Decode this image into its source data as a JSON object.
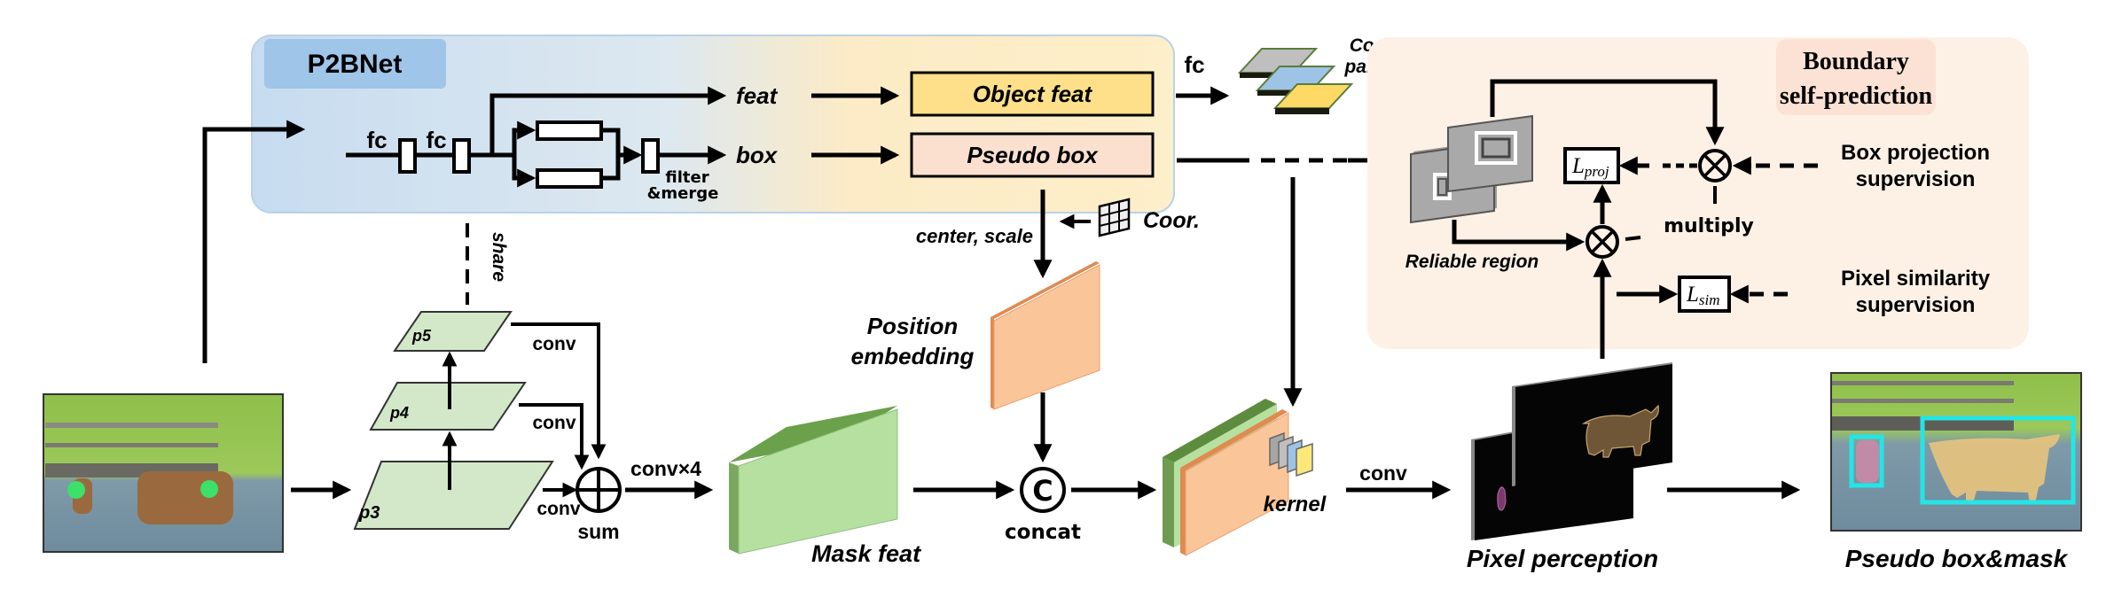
{
  "p2bnet": {
    "title": "P2BNet",
    "fc1": "fc",
    "fc2": "fc",
    "filter_merge_line1": "filter",
    "filter_merge_line2": "&merge",
    "feat": "feat",
    "box": "box",
    "object_feat": "Object feat",
    "pseudo_box": "Pseudo box"
  },
  "conv_param": {
    "fc": "fc",
    "line1": "Conv",
    "line2": "param",
    "colors": [
      "#bfbfbf",
      "#9dc3e6",
      "#ffd966"
    ]
  },
  "fpn": {
    "share": "share",
    "levels": [
      "p5",
      "p4",
      "p3"
    ],
    "conv_labels": [
      "conv",
      "conv",
      "conv"
    ],
    "sum": "sum",
    "conv_x4": "conv×4"
  },
  "position": {
    "center_scale": "center, scale",
    "coor": "Coor.",
    "embedding_line1": "Position",
    "embedding_line2": "embedding"
  },
  "mask_feat": "Mask feat",
  "concat": {
    "symbol": "C",
    "label": "concat"
  },
  "kernel": "kernel",
  "conv": "conv",
  "pixel_perception": "Pixel perception",
  "output": "Pseudo box&mask",
  "boundary": {
    "title_line1": "Boundary",
    "title_line2": "self-prediction",
    "reliable_region": "Reliable region",
    "multiply": "multiply",
    "l_proj_main": "L",
    "l_proj_sub": "proj",
    "l_sim_main": "L",
    "l_sim_sub": "sim",
    "box_proj_line1": "Box projection",
    "box_proj_line2": "supervision",
    "pixel_sim_line1": "Pixel similarity",
    "pixel_sim_line2": "supervision"
  },
  "colors": {
    "p2bnet_blue": "#cfe2f3",
    "p2bnet_yellow": "#fdefc8",
    "p2bnet_title_bg": "#9fc5e8",
    "object_feat": "#ffe08a",
    "pseudo_box": "#fbe0d0",
    "boundary_bg": "#fdf1e6",
    "boundary_title_bg": "#fbe2d4",
    "fpn_green": "#d3e8c8",
    "mask_green": "#b6e0a0",
    "mask_dark": "#6aa14a",
    "pos_orange": "#fbc59a",
    "point_green": "#3de06a",
    "box_cyan": "#22e6e6"
  }
}
